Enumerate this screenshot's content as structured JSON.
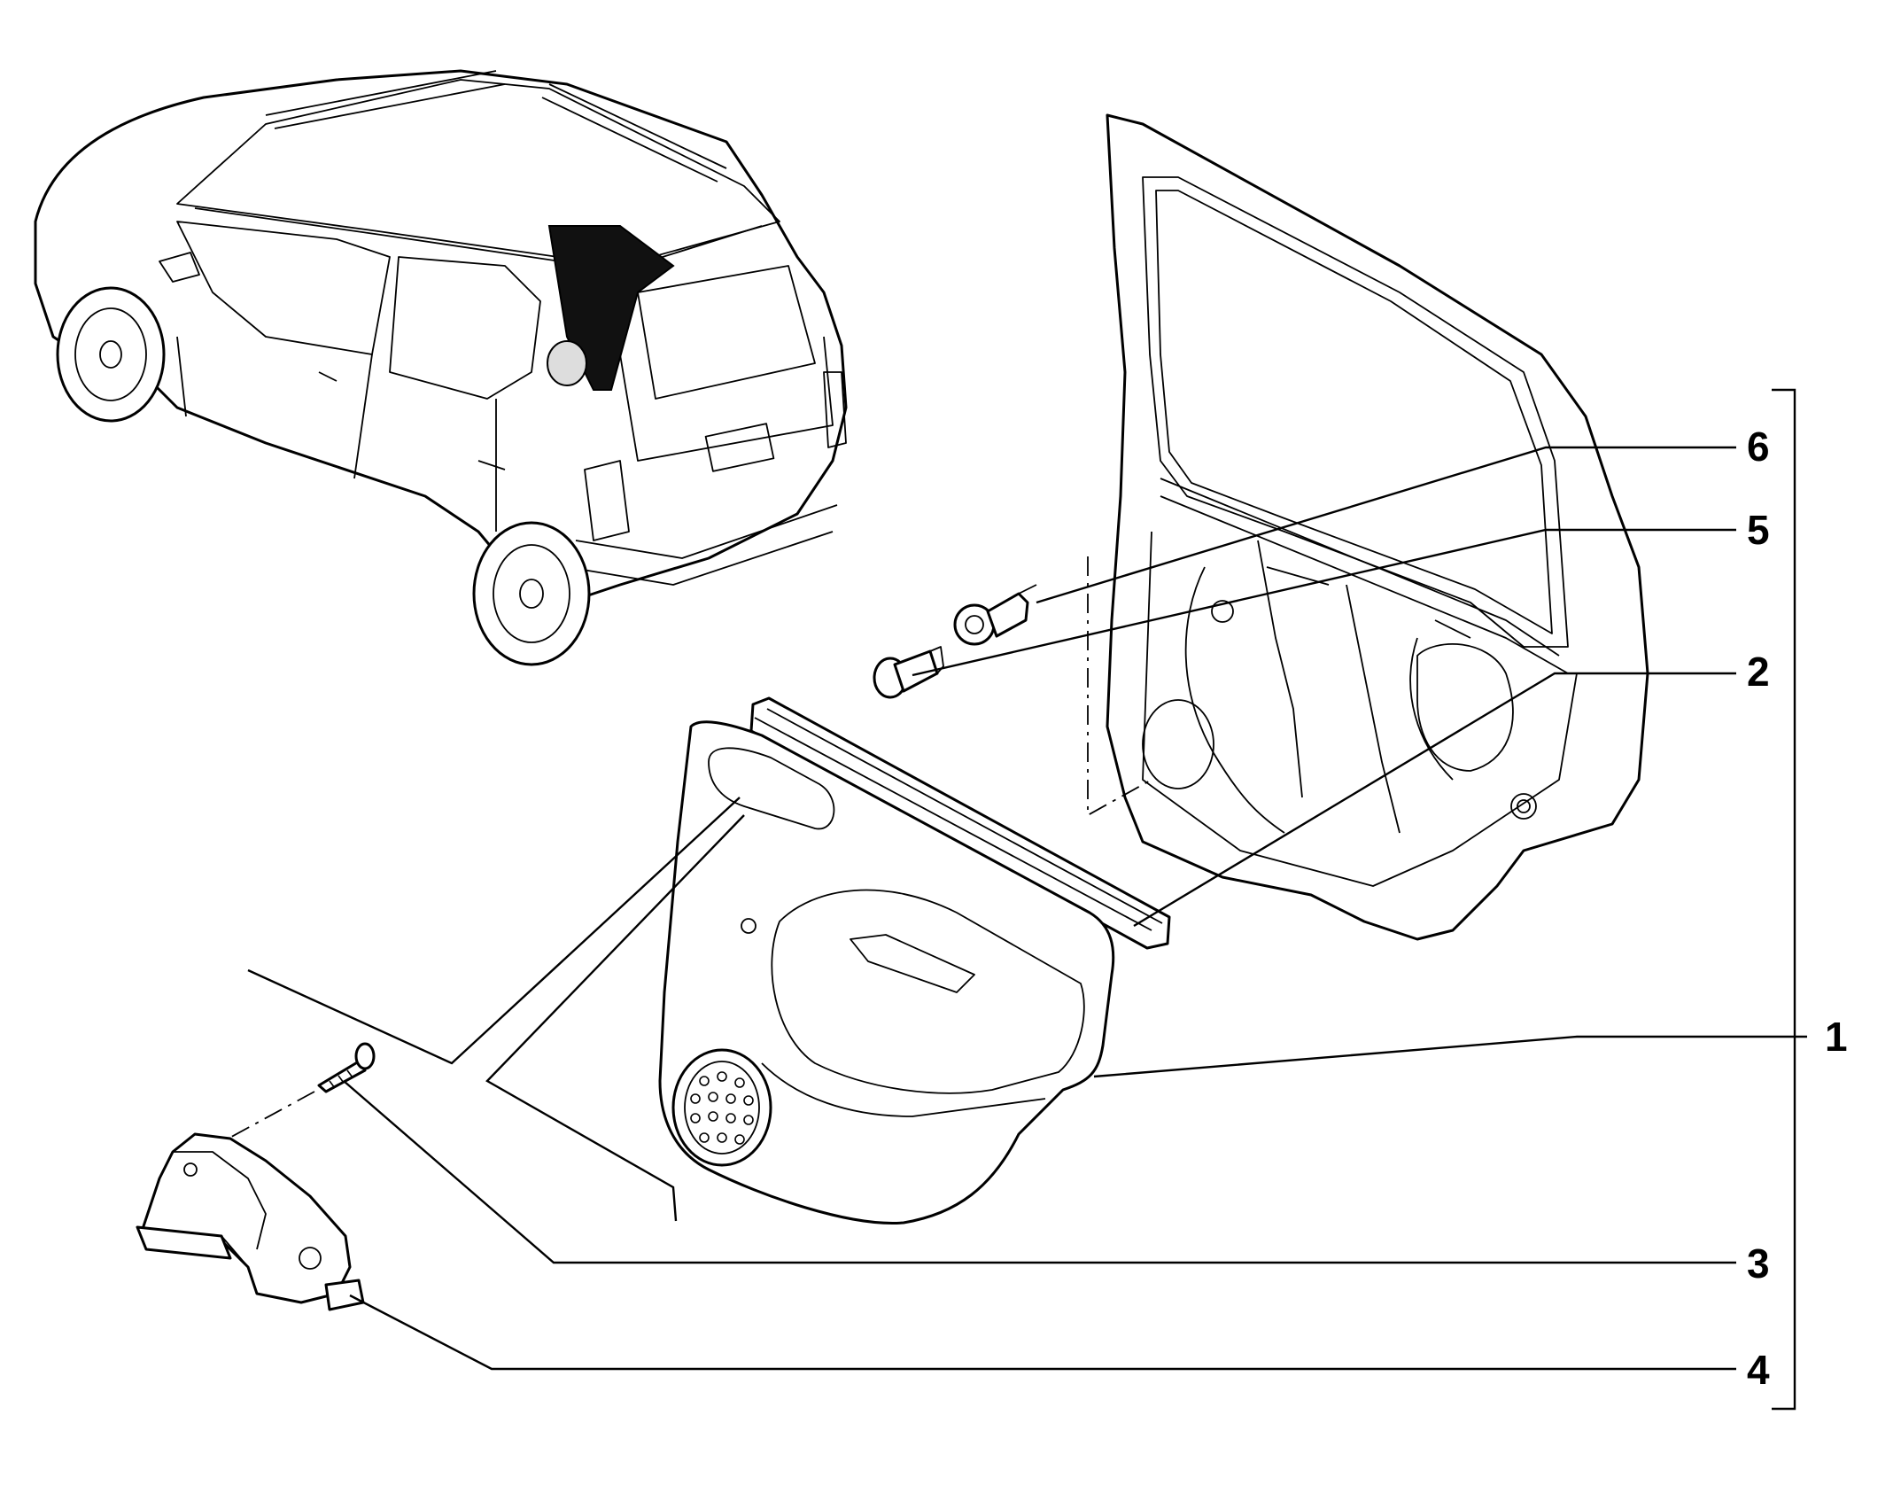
{
  "callouts": [
    {
      "id": "6",
      "label": "6"
    },
    {
      "id": "5",
      "label": "5"
    },
    {
      "id": "2",
      "label": "2"
    },
    {
      "id": "1",
      "label": "1"
    },
    {
      "id": "3",
      "label": "3"
    },
    {
      "id": "4",
      "label": "4"
    }
  ],
  "parts": {
    "vehicle": "car-overview-icon",
    "door": "rear-door-frame-icon",
    "trim_panel": "door-trim-panel-icon",
    "weatherstrip": "weatherstrip-seal-icon",
    "screw": "screw-icon",
    "clip": "push-clip-icon",
    "pin": "fastener-pin-icon",
    "bracket": "handle-bracket-icon"
  }
}
